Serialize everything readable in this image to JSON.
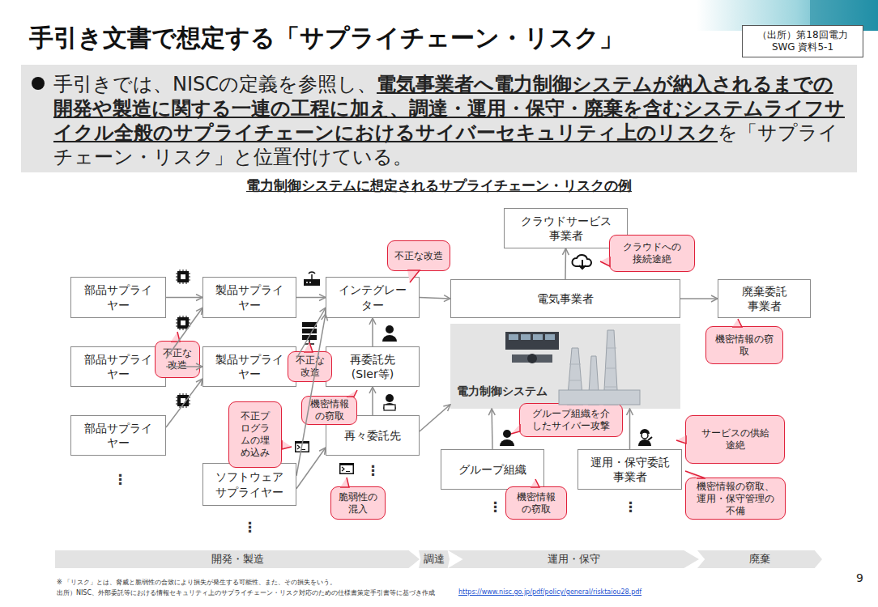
{
  "diagram": {
    "title": "手引き文書で想定する「サプライチェーン・リスク」",
    "nodes": [
      {
        "text": [
          "（出所）第18回電力SWG 資料5-1"
        ]
      },
      {
        "text": [
          "手引きでは、NISCの定義を参照し、",
          "電気事業者へ電力制御システムが納入されるまでの開発や製造に関する一連の工程に加え、調達・運用・保守・廃棄を含むシステムライフサイクル全般のサプライチェーンにおけるサイバーセキュリティ上のリスク",
          "を「サプライチェーン・リスク」と位置付けている。"
        ]
      },
      {
        "text": [
          "部品サプライヤー"
        ]
      },
      {
        "text": [
          "部品サプライヤー"
        ]
      },
      {
        "text": [
          "部品サプライヤー"
        ]
      },
      {
        "text": [
          "製品サプライヤー"
        ]
      },
      {
        "text": [
          "製品サプライヤー"
        ]
      },
      {
        "text": [
          "ソフトウェアサプライヤー"
        ]
      },
      {
        "text": [
          "インテグレーター"
        ]
      },
      {
        "text": [
          "再委託先 (SIer等)"
        ]
      },
      {
        "text": [
          "再々委託先"
        ]
      },
      {
        "text": [
          "クラウドサービス事業者"
        ]
      },
      {
        "text": [
          "電気事業者"
        ]
      },
      {
        "text": [
          "電力制御システム"
        ]
      },
      {
        "text": [
          "グループ組織"
        ]
      },
      {
        "text": [
          "運用・保守委託事業者"
        ]
      },
      {
        "text": [
          "廃棄委託事業者"
        ]
      },
      {
        "text": [
          "不正な改造"
        ]
      },
      {
        "text": [
          "クラウドへの接続途絶"
        ]
      },
      {
        "text": [
          "不正な改造"
        ]
      },
      {
        "text": [
          "不正な改造"
        ]
      },
      {
        "text": [
          "機密情報の窃取"
        ]
      },
      {
        "text": [
          "機密情報の窃取"
        ]
      },
      {
        "text": [
          "不正プログラムの埋め込み"
        ]
      },
      {
        "text": [
          "グループ組織を介したサイバー攻撃"
        ]
      },
      {
        "text": [
          "サービスの供給途絶"
        ]
      },
      {
        "text": [
          "脆弱性の混入"
        ]
      },
      {
        "text": [
          "機密情報の窃取"
        ]
      },
      {
        "text": [
          "機密情報の窃取、運用・保守管理の不備"
        ]
      },
      {
        "text": [
          "開発・製造"
        ]
      },
      {
        "text": [
          "調達"
        ]
      },
      {
        "text": [
          "運用・保守"
        ]
      },
      {
        "text": [
          "廃棄"
        ]
      }
    ],
    "edges": [
      {
        "from": 2,
        "to": 5,
        "arrow": "to"
      },
      {
        "from": 3,
        "to": 5,
        "arrow": "to"
      },
      {
        "from": 3,
        "to": 6,
        "arrow": "to"
      },
      {
        "from": 4,
        "to": 6,
        "arrow": "to"
      },
      {
        "from": 5,
        "to": 8,
        "arrow": "to"
      },
      {
        "from": 6,
        "to": 8,
        "arrow": "to"
      },
      {
        "from": 7,
        "to": 8,
        "arrow": "to"
      },
      {
        "from": 7,
        "to": 10,
        "arrow": "to"
      },
      {
        "from": 9,
        "to": 8,
        "arrow": "to"
      },
      {
        "from": 10,
        "to": 9,
        "arrow": "to"
      },
      {
        "from": 10,
        "to": 13,
        "arrow": "to"
      },
      {
        "from": 8,
        "to": 12,
        "arrow": "to"
      },
      {
        "from": 12,
        "to": 11,
        "arrow": "to"
      },
      {
        "from": 12,
        "to": 16,
        "arrow": "to"
      },
      {
        "from": 14,
        "to": 13,
        "arrow": "to"
      },
      {
        "from": 15,
        "to": 13,
        "arrow": "to"
      }
    ],
    "labels": [
      "電力制御システムに想定されるサプライチェーン・リスクの例",
      "⋮",
      "⋮",
      "⋮",
      "⋮",
      "⋮",
      "9",
      "※ 「リスク」とは、脅威と脆弱性の合致により損失が発生する可能性、また、その損失をいう。",
      "出所）NISC、外部委託等における情報セキュリティ上のサプライチェーン・リスク対応のための仕様書策定手引書等に基づき作成",
      "https://www.nisc.go.jp/pdf/policy/general/risktaiou28.pdf"
    ]
  }
}
